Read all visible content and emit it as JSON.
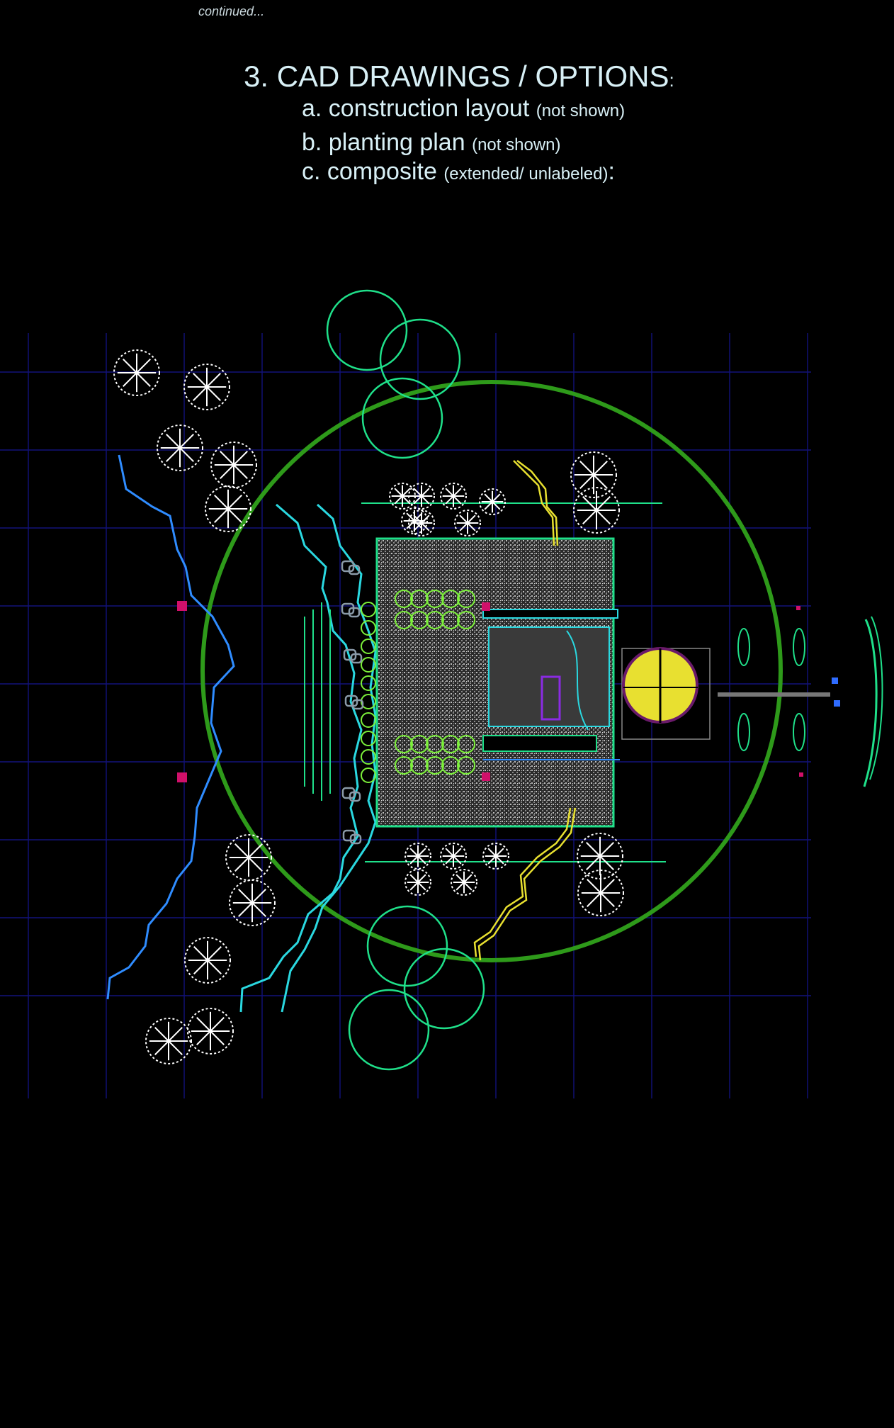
{
  "header": {
    "continued": "continued...",
    "title": "3. CAD DRAWINGS / OPTIONS",
    "title_colon": ":",
    "items": [
      {
        "label": "a. construction layout",
        "note": "(not shown)",
        "suffix": ""
      },
      {
        "label": "b. planting plan",
        "note": "(not shown)",
        "suffix": ""
      },
      {
        "label": "c. composite",
        "note": "(extended/ unlabeled)",
        "suffix": ":"
      }
    ]
  },
  "colors": {
    "background": "#000000",
    "grid": "#12127a",
    "big_circle": "#2e9a1a",
    "canopy": "#1fe08a",
    "water": "#2f8cff",
    "path": "#2ad8e0",
    "yellow": "#e8e030",
    "trees": "#ffffff",
    "magenta": "#d0106a"
  },
  "icons": [
    "tree-symbol-icon",
    "shrub-symbol-icon",
    "boulder-symbol-icon",
    "fountain-icon"
  ]
}
